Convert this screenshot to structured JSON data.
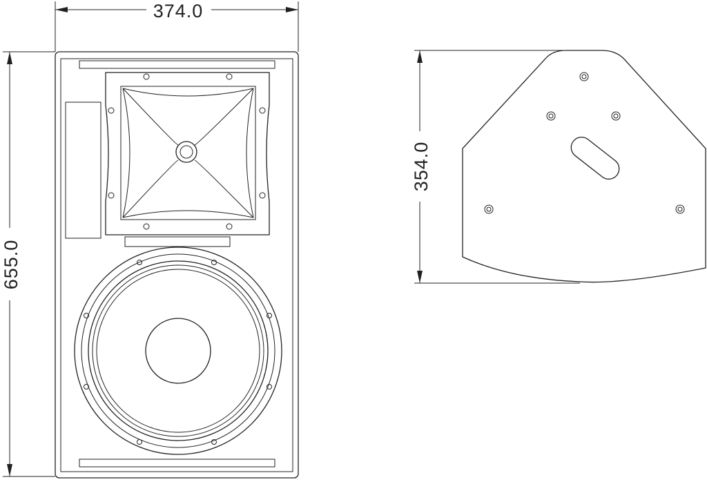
{
  "front_view": {
    "width_label": "374.0",
    "height_label": "655.0"
  },
  "side_view": {
    "depth_label": "354.0"
  },
  "colors": {
    "line": "#231f20",
    "background": "#ffffff"
  }
}
